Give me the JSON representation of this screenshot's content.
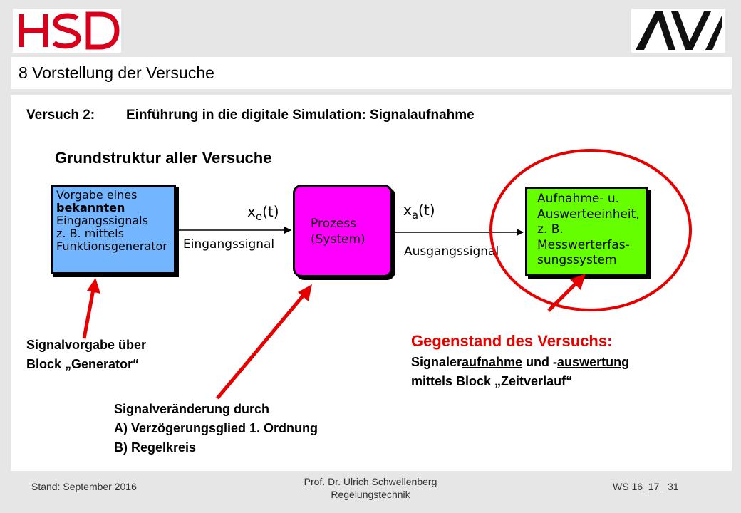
{
  "header": {
    "logo_left": "HSD",
    "logo_right": "AV",
    "title": "8 Vorstellung der Versuche"
  },
  "experiment": {
    "label": "Versuch 2:",
    "title": "Einführung in die digitale Simulation: Signalaufnahme"
  },
  "diagram": {
    "heading": "Grundstruktur aller Versuche",
    "input_box": {
      "line1": "Vorgabe eines",
      "line2": "bekannten",
      "line3": "Eingangssignals",
      "line4": "z. B. mittels",
      "line5": "Funktionsgenerator"
    },
    "process_box": {
      "line1": "Prozess",
      "line2": "(System)"
    },
    "output_box": {
      "line1": "Aufnahme- u.",
      "line2": "Auswerteeinheit,",
      "line3": "z. B.",
      "line4": "Messwerterfas-",
      "line5": "sungssystem"
    },
    "input_signal": {
      "var": "x",
      "sub": "e",
      "arg": "(t)",
      "label": "Eingangssignal"
    },
    "output_signal": {
      "var": "x",
      "sub": "a",
      "arg": "(t)",
      "label": "Ausgangssignal"
    }
  },
  "annotations": {
    "generator": {
      "line1": "Signalvorgabe über",
      "line2": "Block „Generator“"
    },
    "change": {
      "line1": "Signalveränderung durch",
      "line2": "A) Verzögerungsglied 1. Ordnung",
      "line3": "B) Regelkreis"
    },
    "subject": {
      "title": "Gegenstand des Versuchs:",
      "line1_a": "Signaler",
      "line1_b": "aufnahme",
      "line1_c": " und -",
      "line1_d": "auswertung ",
      "line2": "mittels Block „Zeitverlauf“"
    }
  },
  "footer": {
    "left": "Stand: September 2016",
    "center1": "Prof. Dr. Ulrich Schwellenberg",
    "center2": "Regelungstechnik",
    "right": "WS 16_17_ 31"
  },
  "colors": {
    "hsd_red": "#d9001b",
    "accent_red": "#e60000",
    "input_box": "#73b6ff",
    "process_box": "#ff00ff",
    "output_box": "#66ff00"
  }
}
